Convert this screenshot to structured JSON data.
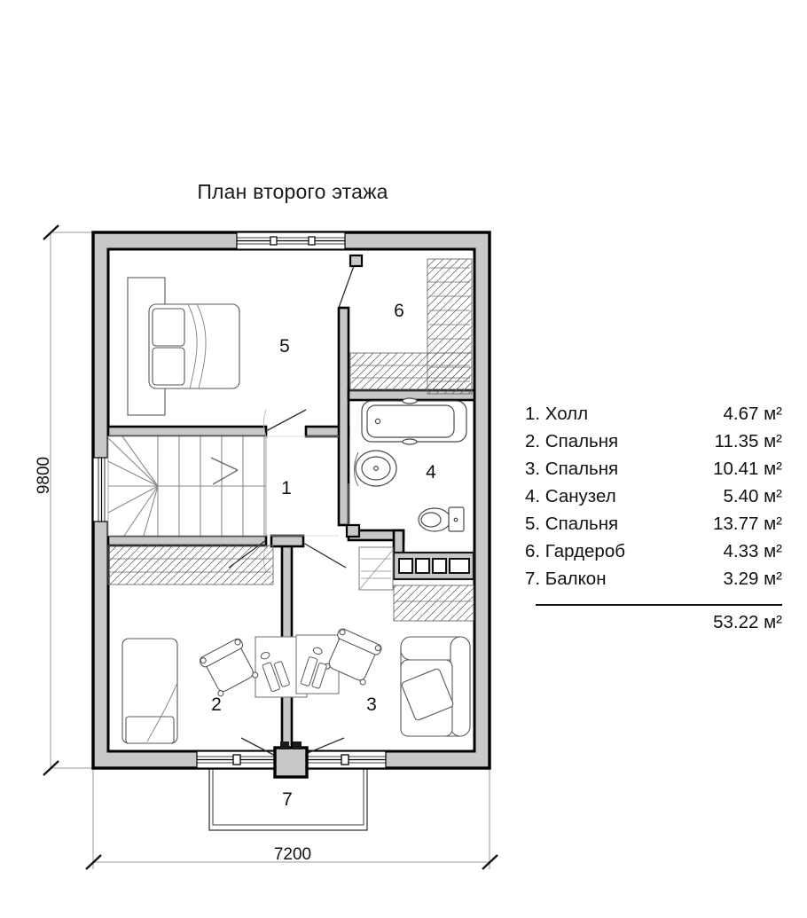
{
  "title": "План второго этажа",
  "dimensions": {
    "vertical": "9800",
    "horizontal": "7200"
  },
  "rooms": [
    {
      "num": "1",
      "name": "Холл",
      "area": "4.67 м²"
    },
    {
      "num": "2",
      "name": "Спальня",
      "area": "11.35 м²"
    },
    {
      "num": "3",
      "name": "Спальня",
      "area": "10.41 м²"
    },
    {
      "num": "4",
      "name": "Санузел",
      "area": "5.40 м²"
    },
    {
      "num": "5",
      "name": "Спальня",
      "area": "13.77 м²"
    },
    {
      "num": "6",
      "name": "Гардероб",
      "area": "4.33 м²"
    },
    {
      "num": "7",
      "name": "Балкон",
      "area": "3.29 м²"
    }
  ],
  "legend": {
    "items": [
      {
        "label": "1. Холл",
        "area": "4.67 м²"
      },
      {
        "label": "2. Спальня",
        "area": "11.35 м²"
      },
      {
        "label": "3. Спальня",
        "area": "10.41 м²"
      },
      {
        "label": "4. Санузел",
        "area": "5.40 м²"
      },
      {
        "label": "5. Спальня",
        "area": "13.77 м²"
      },
      {
        "label": "6. Гардероб",
        "area": "4.33 м²"
      },
      {
        "label": "7. Балкон",
        "area": "3.29 м²"
      }
    ],
    "total": "53.22 м²"
  },
  "colors": {
    "wall_fill": "#c8c8c8",
    "wall_stroke": "#000000",
    "furniture_stroke": "#3a3a3a",
    "dimension_line": "#999999",
    "text": "#111111"
  },
  "plan_numbers": {
    "1": "1",
    "2": "2",
    "3": "3",
    "4": "4",
    "5": "5",
    "6": "6",
    "7": "7"
  }
}
